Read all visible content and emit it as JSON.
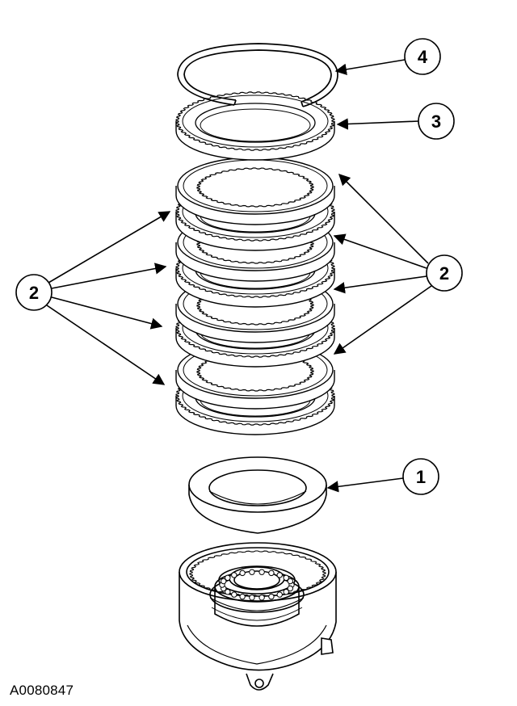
{
  "diagram": {
    "figure_id": "A0080847",
    "callouts": [
      {
        "id": "4",
        "label": "4"
      },
      {
        "id": "3",
        "label": "3"
      },
      {
        "id": "2-left",
        "label": "2"
      },
      {
        "id": "2-right",
        "label": "2"
      },
      {
        "id": "1",
        "label": "1"
      }
    ]
  },
  "colors": {
    "line": "#000000",
    "background": "#ffffff"
  }
}
